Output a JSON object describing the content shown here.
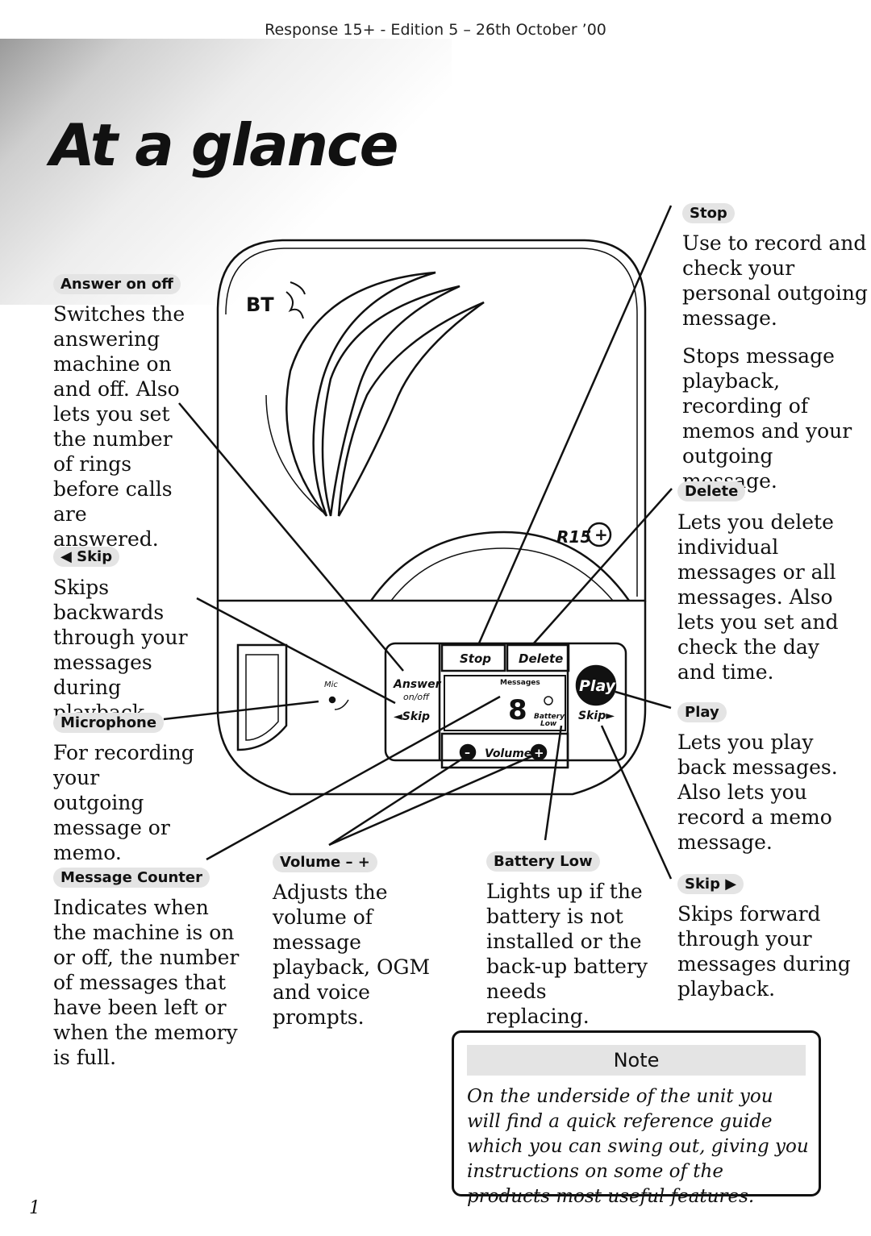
{
  "header": "Response 15+ - Edition 5 – 26th October ’00",
  "title": "At a glance",
  "device": {
    "logo": "BT",
    "model": "R15",
    "labels": {
      "stop": "Stop",
      "delete": "Delete",
      "answer": "Answer",
      "on_off": "on/off",
      "skip_back": "◄Skip",
      "messages": "Messages",
      "battery": "Battery",
      "low": "Low",
      "play": "Play",
      "skip_fwd": "Skip►",
      "volume": "Volume",
      "mic": "Mic",
      "digit": "8"
    }
  },
  "callouts": {
    "answer": {
      "label": "Answer on off",
      "text": "Switches the answering machine on and off. Also lets you set the number of rings before calls are answered."
    },
    "skip_back": {
      "label": "◀ Skip",
      "text": "Skips backwards through your messages during playback."
    },
    "microphone": {
      "label": "Microphone",
      "text": "For recording your outgoing message or memo."
    },
    "counter": {
      "label": "Message Counter",
      "text": "Indicates when the machine is on or off, the number of messages that have been left or when the memory is full."
    },
    "volume": {
      "label": "Volume – +",
      "text": "Adjusts the volume of message playback, OGM and voice prompts."
    },
    "battery": {
      "label": "Battery Low",
      "text": "Lights up if the battery is not installed or the back-up battery needs replacing."
    },
    "stop": {
      "label": "Stop",
      "text1": "Use to record and check your personal outgoing message.",
      "text2": "Stops message playback, recording of memos and your outgoing message."
    },
    "delete": {
      "label": "Delete",
      "text": "Lets you delete individual messages or all messages. Also lets you set and check the day and time."
    },
    "play": {
      "label": "Play",
      "text": "Lets you play back messages. Also lets you record a memo message."
    },
    "skip_fwd": {
      "label": "Skip ▶",
      "text": "Skips forward through your messages during playback."
    }
  },
  "note": {
    "title": "Note",
    "text": "On the underside of the unit you will find a quick reference guide which you can swing out, giving you instructions on some of the products most useful features."
  },
  "page_number": "1"
}
